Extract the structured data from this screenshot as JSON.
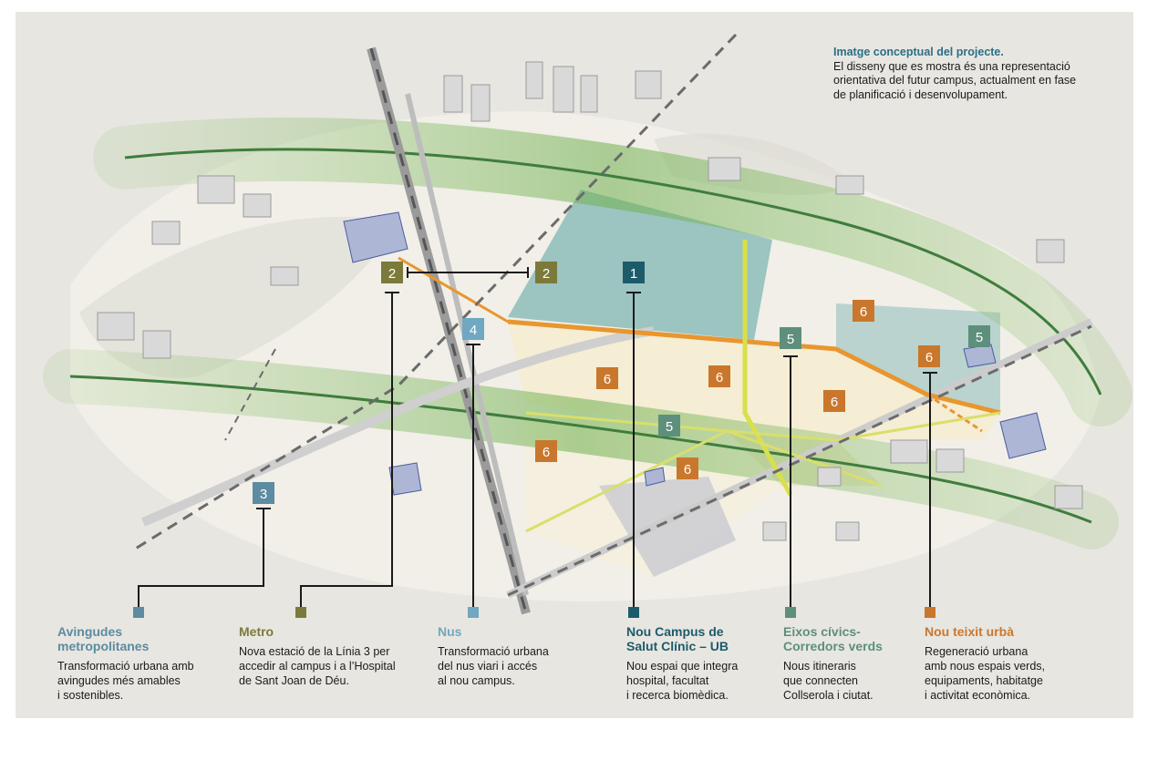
{
  "intro": {
    "title": "Imatge conceptual del projecte.",
    "lines": [
      "El disseny que es mostra és una representació",
      "orientativa del futur campus, actualment en fase",
      "de planificació i desenvolupament."
    ]
  },
  "colors": {
    "avingudes": "#5d8ba1",
    "metro": "#7c7a3a",
    "nus": "#6fa8c0",
    "campus": "#1d5b6b",
    "eixos": "#5d8f7c",
    "teixit": "#c9772c"
  },
  "map_labels": [
    "1",
    "2",
    "2",
    "3",
    "4",
    "5",
    "5",
    "5",
    "6",
    "6",
    "6",
    "6",
    "6",
    "6",
    "6"
  ],
  "legend": [
    {
      "number": "3",
      "title": [
        "Avingudes",
        "metropolitanes"
      ],
      "desc": [
        "Transformació urbana amb",
        "avingudes més amables",
        "i sostenibles."
      ]
    },
    {
      "number": "2",
      "title": [
        "Metro"
      ],
      "desc": [
        "Nova estació de la Línia 3 per",
        "accedir al campus i a l’Hospital",
        "de Sant Joan de Déu."
      ]
    },
    {
      "number": "4",
      "title": [
        "Nus"
      ],
      "desc": [
        "Transformació urbana",
        "del nus viari i accés",
        "al nou campus."
      ]
    },
    {
      "number": "1",
      "title": [
        "Nou Campus de",
        "Salut Clínic – UB"
      ],
      "desc": [
        "Nou espai que integra",
        "hospital, facultat",
        "i recerca biomèdica."
      ]
    },
    {
      "number": "5",
      "title": [
        "Eixos cívics-",
        "Corredors verds"
      ],
      "desc": [
        "Nous itineraris",
        "que connecten",
        "Collserola i ciutat."
      ]
    },
    {
      "number": "6",
      "title": [
        "Nou teixit urbà"
      ],
      "desc": [
        "Regeneració urbana",
        "amb nous espais verds,",
        "equipaments, habitatge",
        "i activitat econòmica."
      ]
    }
  ]
}
